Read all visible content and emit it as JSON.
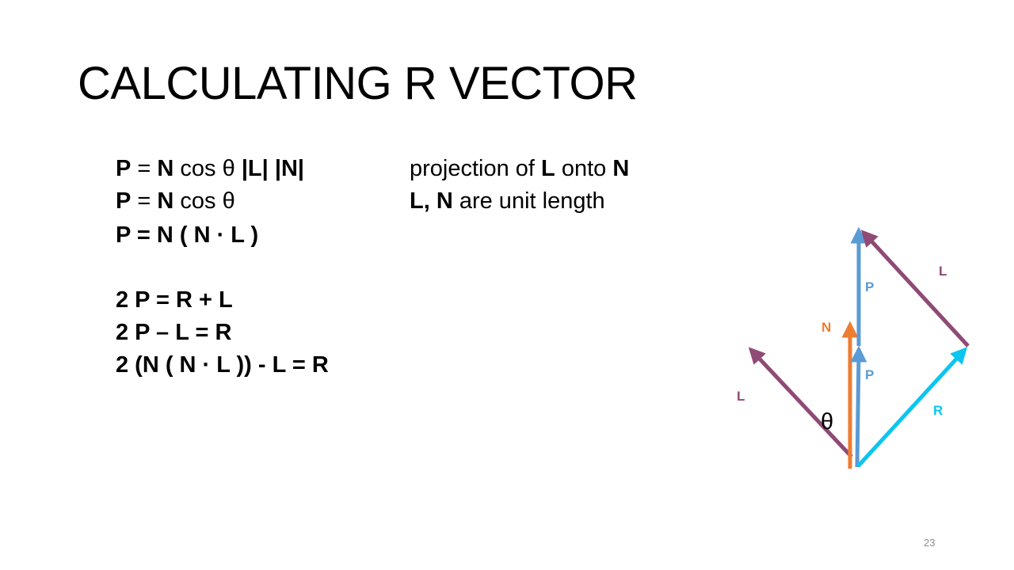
{
  "title": "CALCULATING R VECTOR",
  "equations": {
    "line1": {
      "p": "P",
      "eq": " = ",
      "n": "N",
      "cos": " cos ",
      "theta": "θ",
      "sp": " ",
      "l": "|L|",
      "sp2": " ",
      "n2": "|N|"
    },
    "line2": {
      "p": "P",
      "eq": " = ",
      "n": "N",
      "cos": " cos ",
      "theta": "θ"
    },
    "line3": "P = N ( N · L )",
    "line4": "2 P = R + L",
    "line5": "2 P – L = R",
    "line6": "2 (N ( N · L )) - L = R"
  },
  "notes": {
    "note1": {
      "text": "projection of ",
      "l": "L",
      "mid": " onto ",
      "n": "N"
    },
    "note2": {
      "ln": "L, N",
      "text": " are unit length"
    }
  },
  "diagram": {
    "labels": {
      "L_top": "L",
      "P_top": "P",
      "N": "N",
      "P_bottom": "P",
      "L_left": "L",
      "R": "R",
      "theta": "θ"
    },
    "colors": {
      "L": "#8f4a75",
      "P": "#5b9bd5",
      "N": "#ed7d31",
      "R": "#0cc5f0",
      "theta": "#000000"
    }
  },
  "page_number": "23"
}
